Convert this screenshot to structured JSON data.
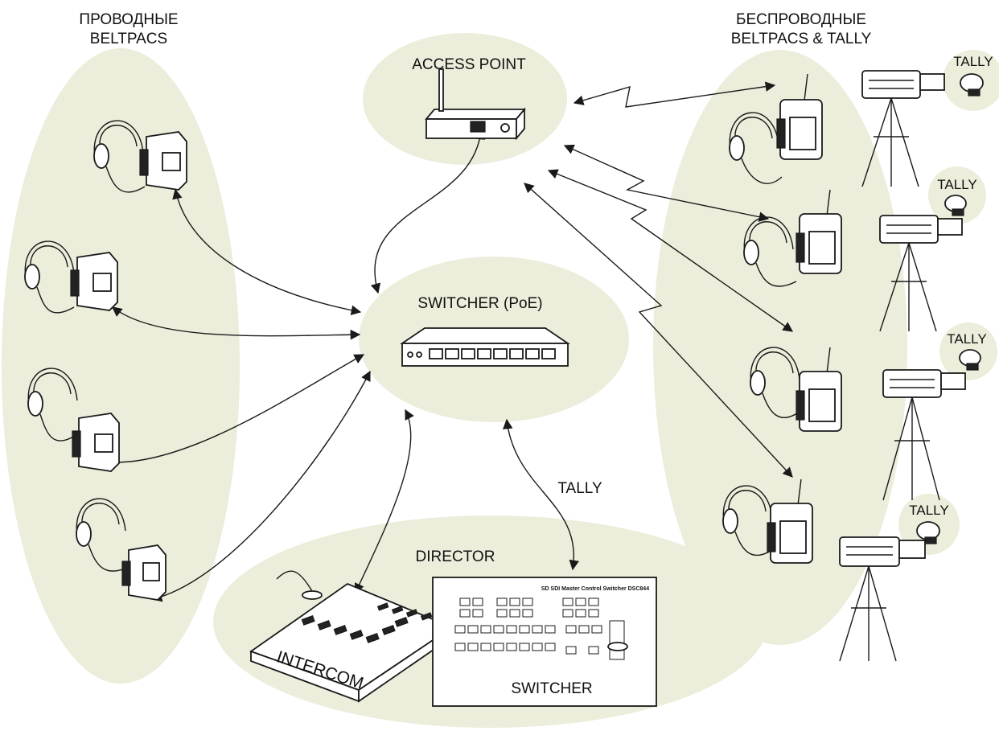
{
  "labels": {
    "wired_title_1": "ПРОВОДНЫЕ",
    "wired_title_2": "BELTPACS",
    "wireless_title_1": "БЕСПРОВОДНЫЕ",
    "wireless_title_2": "BELTPACS & TALLY",
    "access_point": "ACCESS POINT",
    "switcher_poe": "SWITCHER (PoE)",
    "tally_link": "TALLY",
    "director": "DIRECTOR",
    "intercom": "INTERCOM",
    "switcher": "SWITCHER",
    "tally_1": "TALLY",
    "tally_2": "TALLY",
    "tally_3": "TALLY",
    "tally_4": "TALLY",
    "switcher_panel_title": "SD SDI Master Control Switcher DSC844"
  },
  "colors": {
    "zone_fill": "#ecedda",
    "line": "#1a1a1a"
  }
}
